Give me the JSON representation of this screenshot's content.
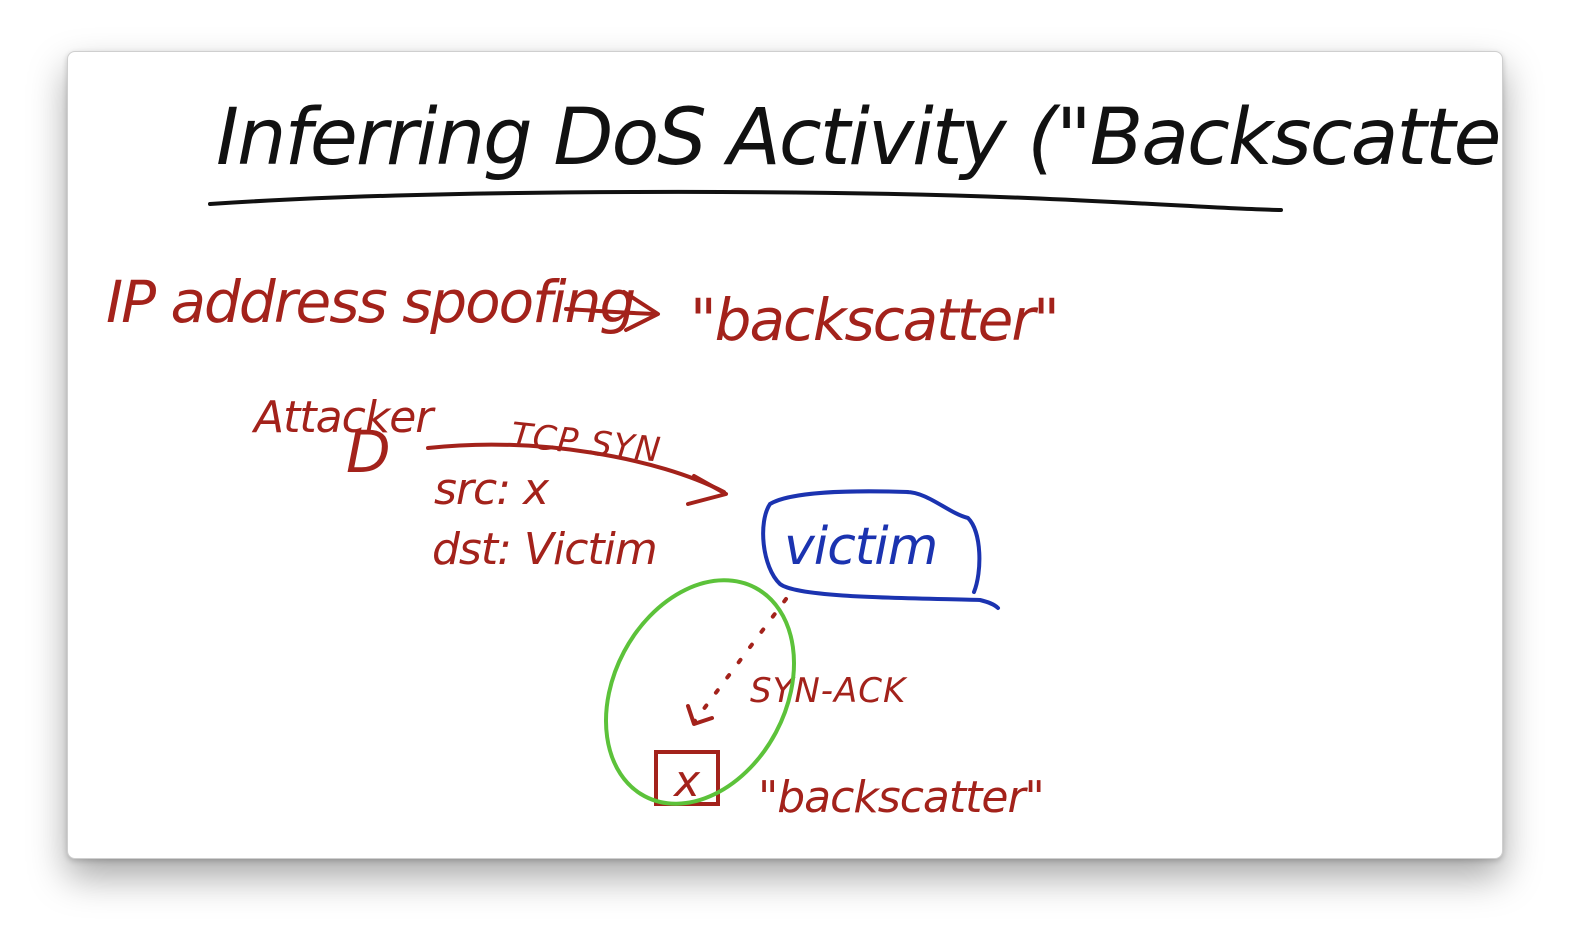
{
  "colors": {
    "ink_black": "#111111",
    "ink_red": "#a3221b",
    "ink_blue": "#1b33b0",
    "ink_green": "#5cc23a"
  },
  "diagram": {
    "title": "Inferring DoS Activity (\"Backscatter\")",
    "headline_left": "IP address spoofing",
    "headline_right": "\"backscatter\"",
    "attacker_label": "Attacker",
    "attacker_symbol": "D",
    "arrow_label": "TCP SYN",
    "src_line": "src: x",
    "dst_line": "dst: Victim",
    "victim_label": "victim",
    "reply_label": "SYN-ACK",
    "spoofed_host": "x",
    "backscatter_note": "\"backscatter\""
  }
}
